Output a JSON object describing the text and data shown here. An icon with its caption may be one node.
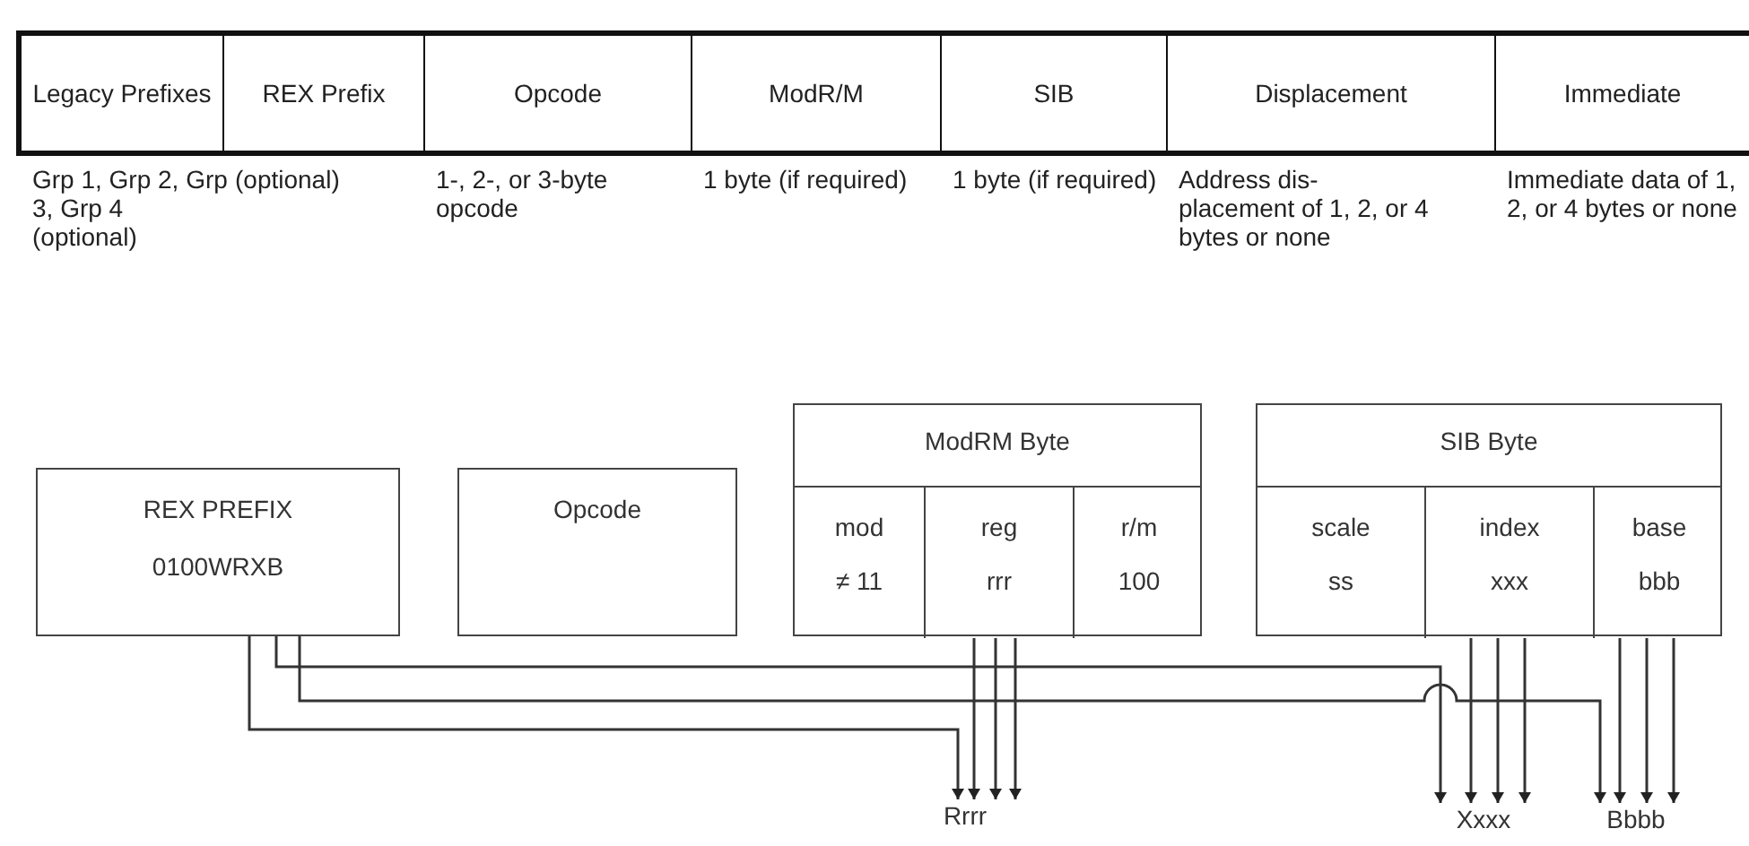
{
  "diagram": {
    "nodes": [
      {
        "text": [
          "Legacy Prefixes"
        ],
        "beside": [
          "Grp 1, Grp 2, Grp 3, Grp 4 (optional)"
        ]
      },
      {
        "text": [
          "REX Prefix"
        ],
        "beside": [
          "(optional)"
        ]
      },
      {
        "text": [
          "Opcode"
        ],
        "beside": [
          "1-, 2-, or 3-byte opcode"
        ]
      },
      {
        "text": [
          "ModR/M"
        ],
        "beside": [
          "1 byte (if required)"
        ]
      },
      {
        "text": [
          "SIB"
        ],
        "beside": [
          "1 byte (if required)"
        ]
      },
      {
        "text": [
          "Displacement"
        ],
        "beside": [
          "Address dis- placement of 1, 2, or 4 bytes or none"
        ]
      },
      {
        "text": [
          "Immediate"
        ],
        "beside": [
          "Immediate data of 1, 2, or 4 bytes or none"
        ]
      },
      {
        "text": [
          "REX PREFIX",
          "0100WRXB"
        ]
      },
      {
        "text": [
          "Opcode"
        ]
      },
      {
        "text": [
          "ModRM Byte"
        ]
      },
      {
        "text": [
          "mod",
          "≠ 11"
        ],
        "in": 9
      },
      {
        "text": [
          "reg",
          "rrr"
        ],
        "in": 9
      },
      {
        "text": [
          "r/m",
          "100"
        ],
        "in": 9
      },
      {
        "text": [
          "SIB Byte"
        ]
      },
      {
        "text": [
          "scale",
          "ss"
        ],
        "in": 13
      },
      {
        "text": [
          "index",
          "xxx"
        ],
        "in": 13
      },
      {
        "text": [
          "base",
          "bbb"
        ],
        "in": 13
      },
      {
        "text": [
          "Rrrr"
        ]
      },
      {
        "text": [
          "Xxxx"
        ]
      },
      {
        "text": [
          "Bbbb"
        ]
      }
    ],
    "edges": [
      {
        "from": 7,
        "to": 17,
        "arrow": "to"
      },
      {
        "from": 7,
        "to": 18,
        "arrow": "to"
      },
      {
        "from": 7,
        "to": 19,
        "arrow": "to"
      },
      {
        "from": 11,
        "to": 17,
        "arrow": "to"
      },
      {
        "from": 11,
        "to": 17,
        "arrow": "to"
      },
      {
        "from": 11,
        "to": 17,
        "arrow": "to"
      },
      {
        "from": 15,
        "to": 18,
        "arrow": "to"
      },
      {
        "from": 15,
        "to": 18,
        "arrow": "to"
      },
      {
        "from": 15,
        "to": 18,
        "arrow": "to"
      },
      {
        "from": 16,
        "to": 19,
        "arrow": "to"
      },
      {
        "from": 16,
        "to": 19,
        "arrow": "to"
      },
      {
        "from": 16,
        "to": 19,
        "arrow": "to"
      }
    ]
  }
}
